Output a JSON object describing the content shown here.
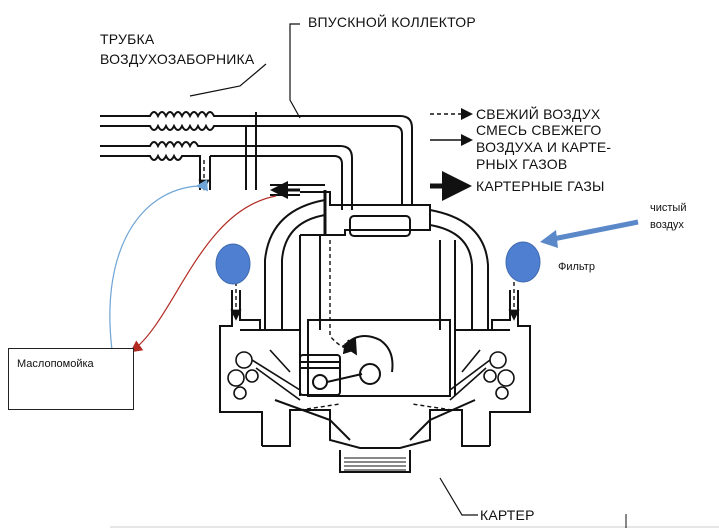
{
  "labels": {
    "intake_tube_line1": "ТРУБКА",
    "intake_tube_line2": "ВОЗДУХОЗАБОРНИКА",
    "intake_manifold": "ВПУСКНОЙ КОЛЛЕКТОР",
    "crankcase": "КАРТЕР"
  },
  "legend": [
    {
      "line1": "СВЕЖИЙ ВОЗДУХ",
      "line2": "",
      "line3": "",
      "style": "dashed"
    },
    {
      "line1": "СМЕСЬ СВЕЖЕГО",
      "line2": "ВОЗДУХА И КАРТЕ-",
      "line3": "РНЫХ ГАЗОВ",
      "style": "thin"
    },
    {
      "line1": "КАРТЕРНЫЕ ГАЗЫ",
      "line2": "",
      "line3": "",
      "style": "bold"
    }
  ],
  "annotations": {
    "clean_air_line1": "чистый",
    "clean_air_line2": "воздух",
    "filter": "Фильтр",
    "oil_trap": "Маслопомойка"
  },
  "colors": {
    "filter_fill": "#4f7fd0",
    "arrow_blue": "#5b88c8",
    "curve_blue": "#6ea4d6",
    "curve_red": "#b22a22",
    "ink": "#111111"
  }
}
